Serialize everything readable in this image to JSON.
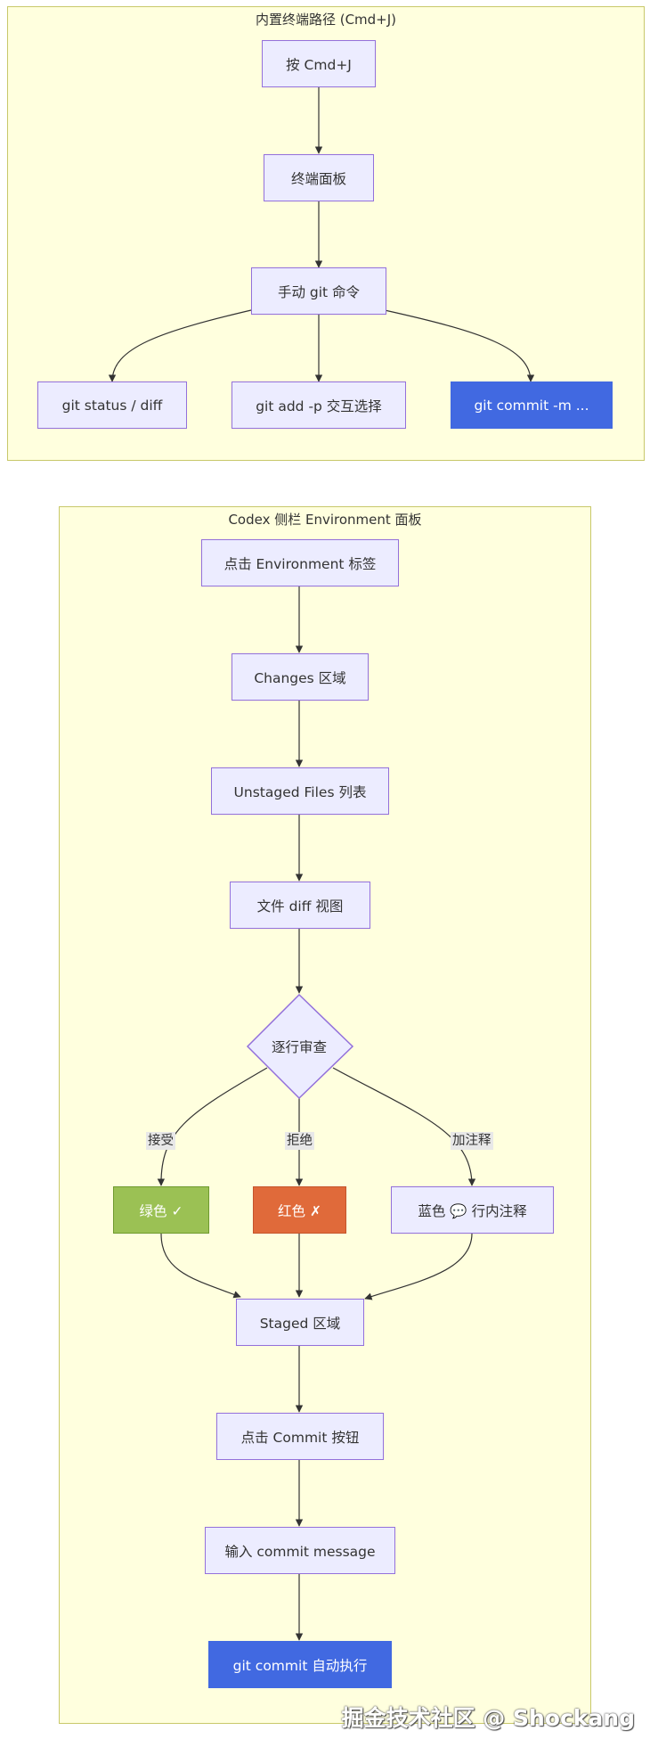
{
  "diagram": {
    "cluster1": {
      "title": "内置终端路径 (Cmd+J)",
      "nodes": {
        "press_cmd_j": "按 Cmd+J",
        "terminal_panel": "终端面板",
        "manual_git": "手动 git 命令",
        "git_status": "git status / diff",
        "git_add": "git add -p 交互选择",
        "git_commit_m": "git commit -m ..."
      }
    },
    "cluster2": {
      "title": "Codex 侧栏 Environment 面板",
      "nodes": {
        "click_env": "点击 Environment 标签",
        "changes": "Changes 区域",
        "unstaged": "Unstaged Files 列表",
        "file_diff": "文件 diff 视图",
        "line_review": "逐行审查",
        "green": "绿色 ✓",
        "red": "红色 ✗",
        "blue": "蓝色 💬 行内注释",
        "staged": "Staged 区域",
        "click_commit": "点击 Commit 按钮",
        "input_msg": "输入 commit message",
        "auto_commit": "git commit 自动执行"
      },
      "edge_labels": {
        "accept": "接受",
        "reject": "拒绝",
        "annotate": "加注释"
      }
    },
    "colors": {
      "cluster_bg": "#ffffde",
      "node_bg": "#ececff",
      "node_border": "#9370db",
      "blue": "#4169e1",
      "green": "#9bc154",
      "orange": "#e06a3a"
    }
  },
  "watermark": "掘金技术社区 @ Shockang"
}
